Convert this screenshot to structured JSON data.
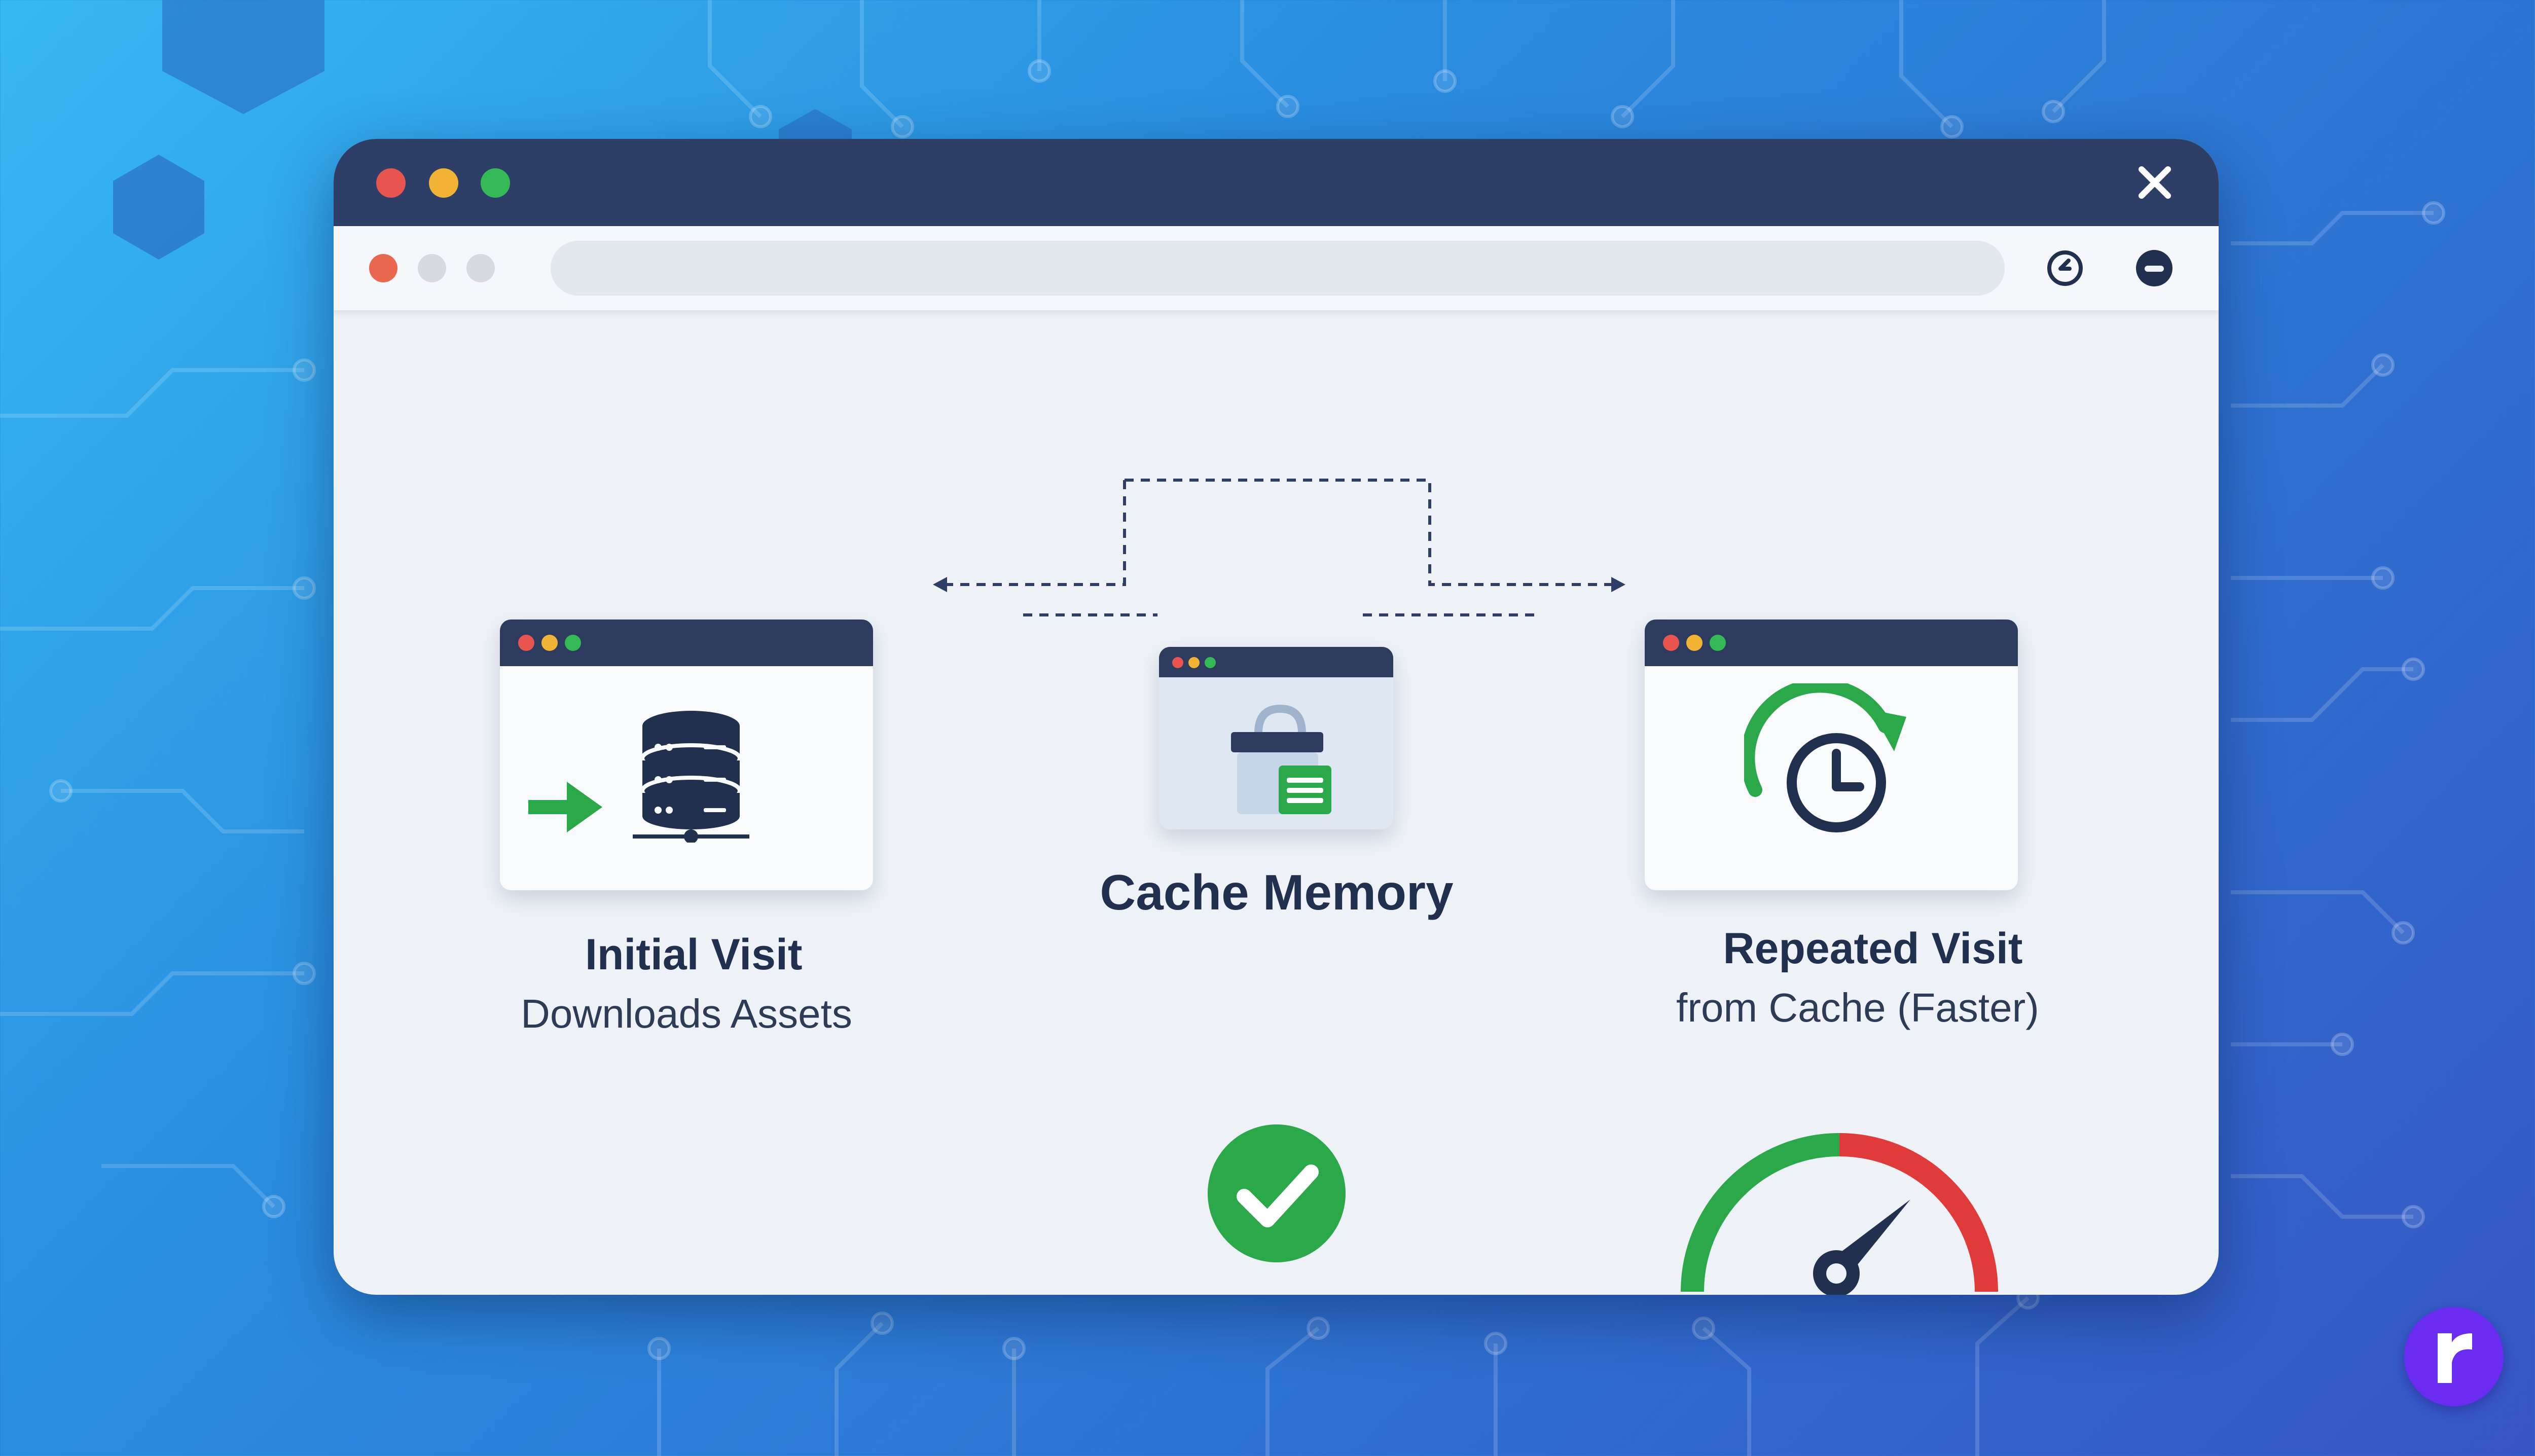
{
  "window": {
    "traffic_lights": [
      "#e8554e",
      "#f2b233",
      "#35b956"
    ],
    "browser_dots": [
      "#e8674e",
      "#d7dbe1",
      "#d7dbe1"
    ],
    "close_icon": "close-icon",
    "toolbar_icons": [
      "refresh-icon",
      "profile-icon"
    ]
  },
  "diagram": {
    "initial_visit": {
      "title": "Initial Visit",
      "subtitle": "Downloads Assets",
      "icons": [
        "arrow-right-icon",
        "database-server-icon"
      ]
    },
    "cache_memory": {
      "title": "Cache Memory",
      "icons": [
        "cache-storage-icon"
      ]
    },
    "repeated_visit": {
      "title": "Repeated Visit",
      "subtitle": "from Cache (Faster)",
      "icons": [
        "refresh-clock-icon"
      ]
    },
    "result": {
      "title": "Faster Reloads",
      "icons": [
        "checkmark-circle-icon",
        "speedometer-icon"
      ]
    }
  },
  "colors": {
    "accent_green": "#1f9a45",
    "dark_navy": "#22304f",
    "gauge_red": "#e03a3a",
    "brand_purple": "#6a2cf0"
  },
  "brand": {
    "logo_letter": "r"
  }
}
